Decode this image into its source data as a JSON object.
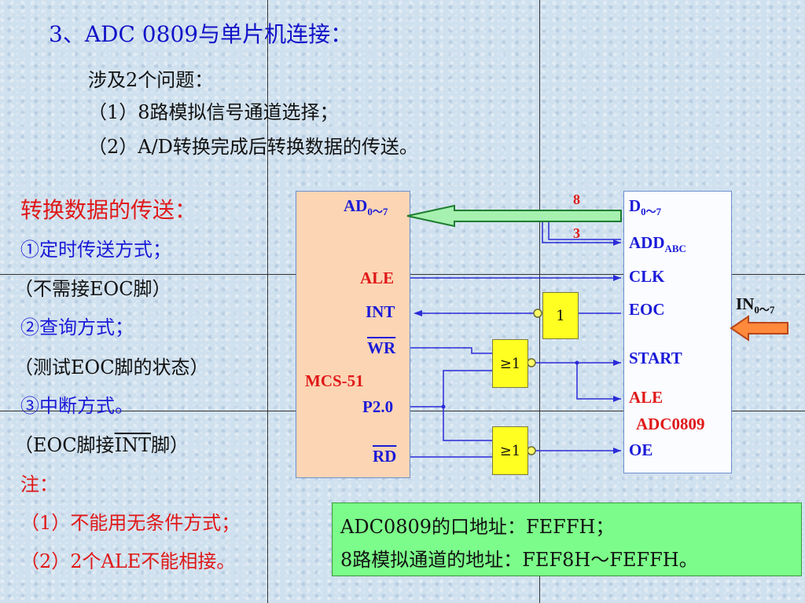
{
  "title": "3、ADC 0809与单片机连接：",
  "intro": {
    "lead": "涉及2个问题：",
    "items": [
      "（1）8路模拟信号通道选择；",
      "（2）A/D转换完成后转换数据的传送。"
    ]
  },
  "left": {
    "heading": "转换数据的传送：",
    "method1": "①定时传送方式；",
    "method1_note": "（不需接EOC脚）",
    "method2": "②查询方式；",
    "method2_note": "（测试EOC脚的状态）",
    "method3": "③中断方式。",
    "method3_note_pre": "（EOC脚接",
    "method3_note_int": "INT",
    "method3_note_post": "脚）",
    "note_label": "注：",
    "note1": "（1）不能用无条件方式；",
    "note2": "（2）2个ALE不能相接。"
  },
  "mcu": {
    "name": "MCS-51",
    "ad": "AD",
    "ad_sub": "0～7",
    "ale": "ALE",
    "int": "INT",
    "wr": "WR",
    "p20": "P2.0",
    "rd": "RD"
  },
  "adc": {
    "name": "ADC0809",
    "d": "D",
    "d_sub": "0～7",
    "add": "ADD",
    "add_sub": "ABC",
    "clk": "CLK",
    "eoc": "EOC",
    "start": "START",
    "ale": "ALE",
    "oe": "OE"
  },
  "bus": {
    "data_width": "8",
    "addr_width": "3"
  },
  "gates": {
    "inverter": "1",
    "nor_top": "≥1",
    "nor_bottom": "≥1"
  },
  "input": {
    "label": "IN",
    "sub": "0～7"
  },
  "address_box": {
    "line1": "ADC0809的口地址：FEFFH；",
    "line2": "8路模拟通道的地址：FEF8H～FEFFH。"
  }
}
